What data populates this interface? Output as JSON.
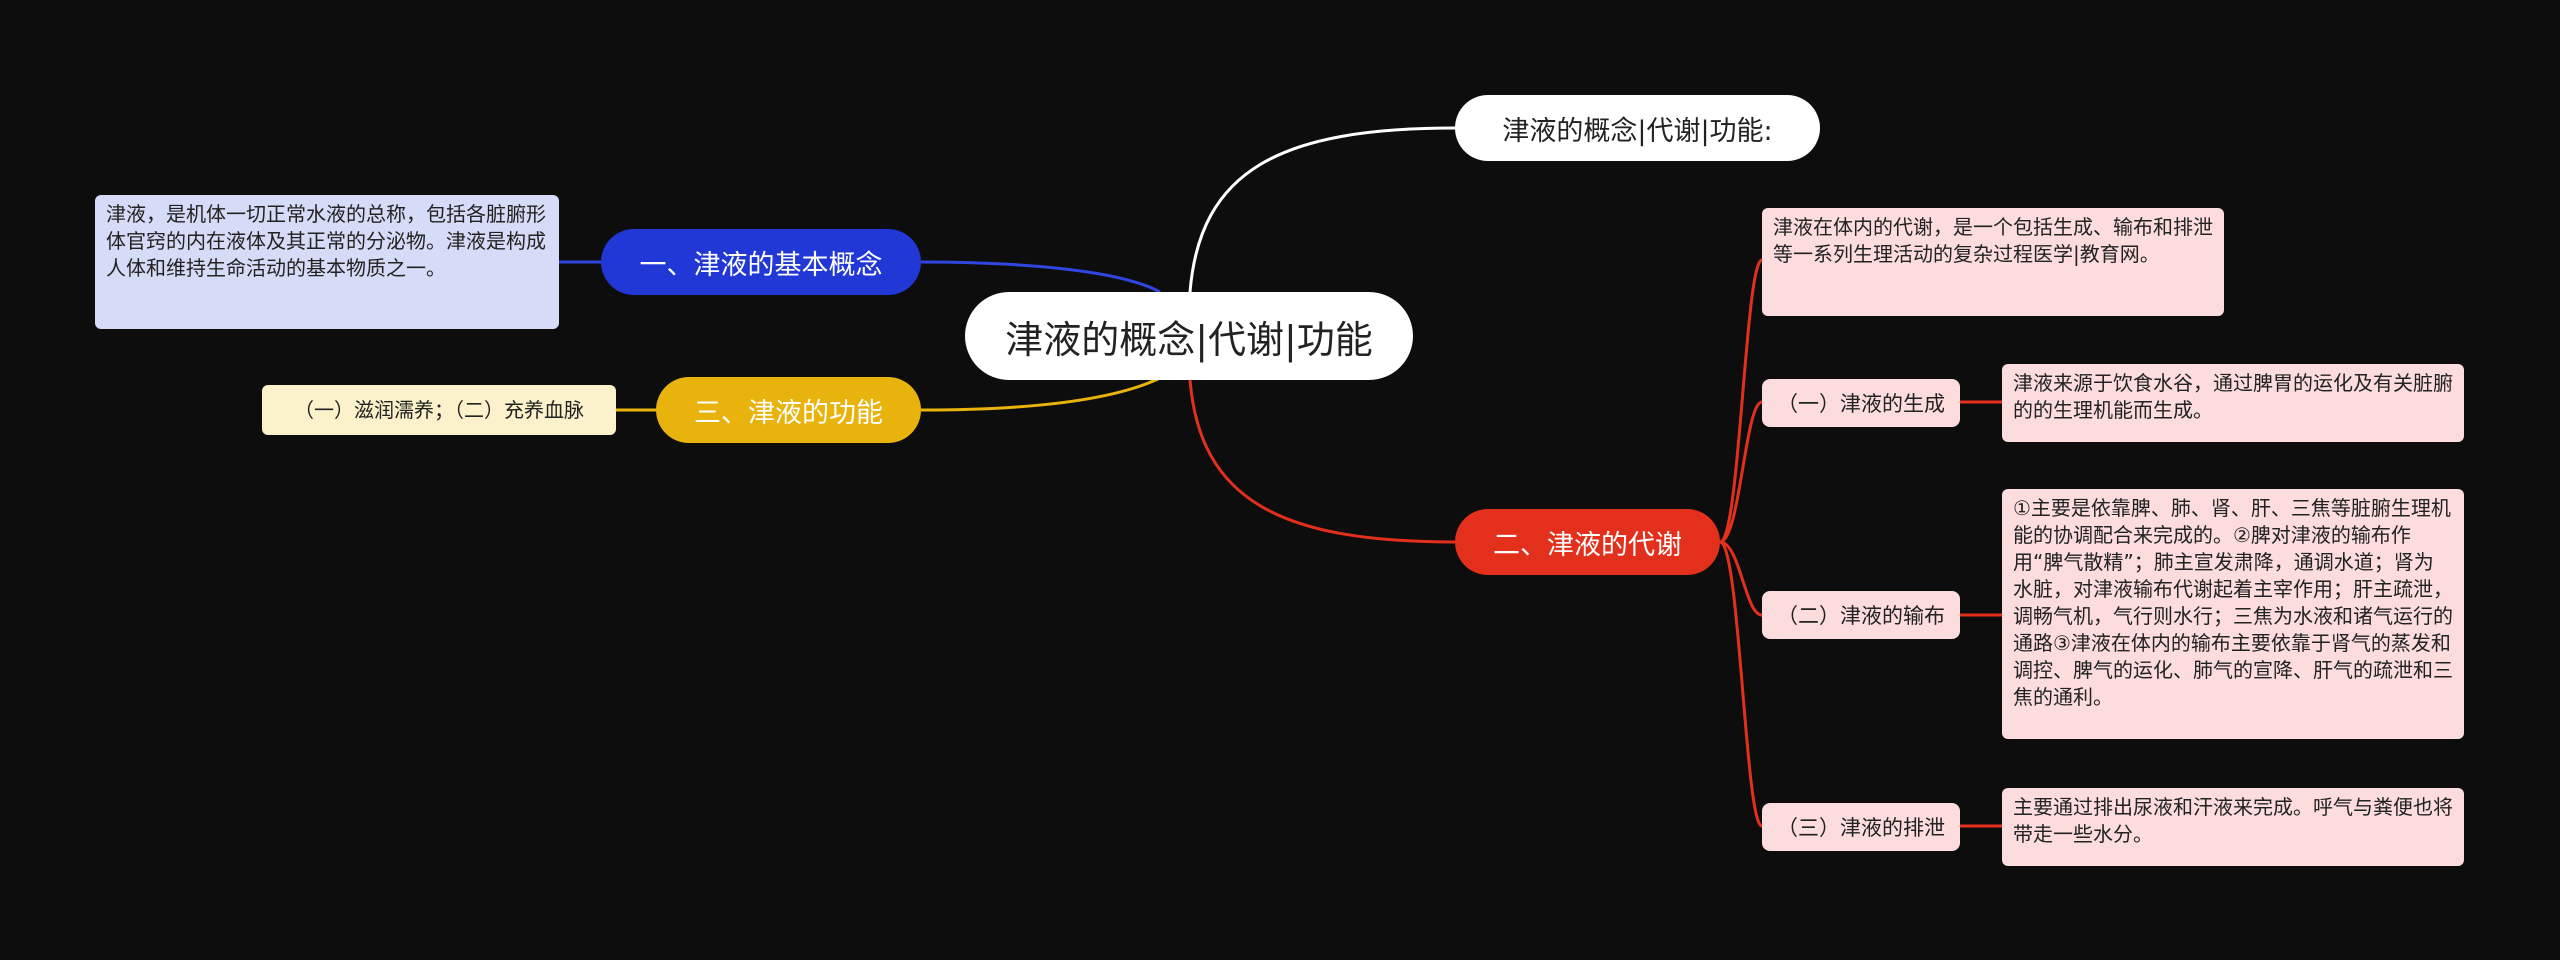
{
  "root": {
    "title": "津液的概念|代谢|功能"
  },
  "top_node": {
    "text": "津液的概念|代谢|功能:"
  },
  "branches": {
    "concept": {
      "label": "一、津液的基本概念",
      "detail": "津液，是机体一切正常水液的总称，包括各脏腑形体官窍的内在液体及其正常的分泌物。津液是构成人体和维持生命活动的基本物质之一。"
    },
    "function": {
      "label": "三、津液的功能",
      "detail": "（一）滋润濡养；（二）充养血脉"
    },
    "metabolism": {
      "label": "二、津液的代谢",
      "intro": "津液在体内的代谢，是一个包括生成、输布和排泄等一系列生理活动的复杂过程医学|教育网。",
      "items": [
        {
          "label": "（一）津液的生成",
          "detail": "津液来源于饮食水谷，通过脾胃的运化及有关脏腑的的生理机能而生成。"
        },
        {
          "label": "（二）津液的输布",
          "detail": "①主要是依靠脾、肺、肾、肝、三焦等脏腑生理机能的协调配合来完成的。②脾对津液的输布作用“脾气散精”；肺主宣发肃降，通调水道；肾为水脏，对津液输布代谢起着主宰作用；肝主疏泄，调畅气机，气行则水行；三焦为水液和诸气运行的通路③津液在体内的输布主要依靠于肾气的蒸发和调控、脾气的运化、肺气的宣降、肝气的疏泄和三焦的通利。"
        },
        {
          "label": "（三）津液的排泄",
          "detail": "主要通过排出尿液和汗液来完成。呼气与粪便也将带走一些水分。"
        }
      ]
    }
  },
  "colors": {
    "background": "#0d0d0d",
    "concept": "#2238d6",
    "function": "#e8b30c",
    "metabolism": "#e3301d",
    "top_link": "#ffffff"
  }
}
